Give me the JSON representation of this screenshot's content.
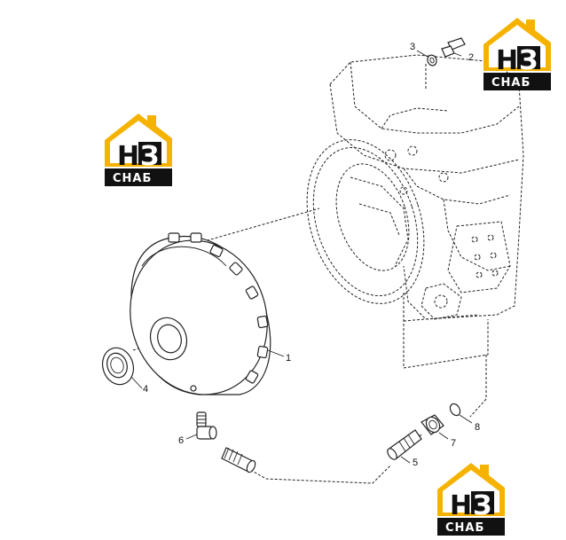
{
  "logo": {
    "letter_h": "H",
    "letter_3": "З",
    "subtitle": "СНАБ",
    "colors": {
      "roof": "#f5b300",
      "badge": "#111111",
      "text_dark": "#111111",
      "text_light": "#ffffff"
    }
  },
  "callouts": {
    "c1": "1",
    "c2": "2",
    "c3": "3",
    "c4": "4",
    "c5": "5",
    "c6": "6",
    "c7": "7",
    "c8": "8"
  }
}
